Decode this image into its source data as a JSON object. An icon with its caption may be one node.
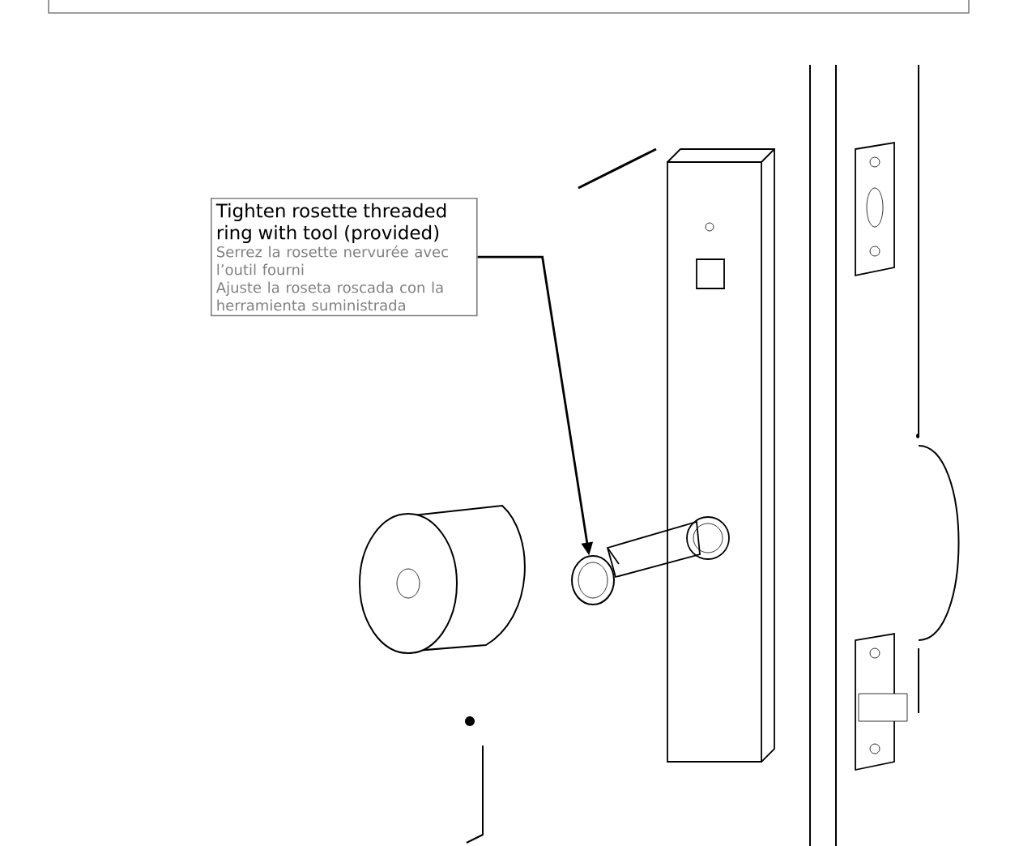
{
  "diagram": {
    "nodes": [
      {
        "text": [
          "Tighten rosette threaded ring with tool (provided)",
          "Serrez la rosette nervurée avec l’outil fourni",
          "Ajuste la roseta roscada con la herramienta suministrada"
        ]
      },
      {
        "text": [],
        "shape": "picture"
      }
    ],
    "edges": [
      {
        "from": 0,
        "to": 1,
        "arrow": "to"
      }
    ]
  }
}
